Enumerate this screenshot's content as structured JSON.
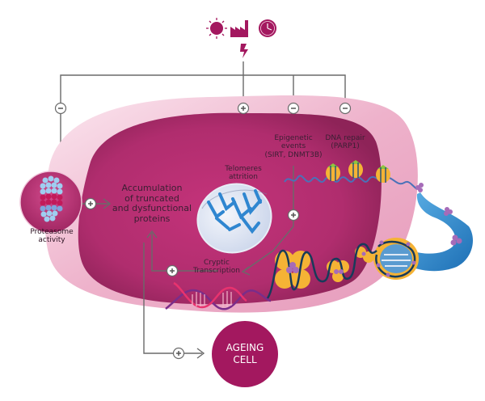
{
  "diagram": {
    "title_icons": [
      "sun-icon",
      "factory-icon",
      "clock-icon",
      "lightning-icon"
    ],
    "nodes": {
      "proteasome": "Proteasome activity",
      "proteasome_lines": [
        "Proteasome",
        "activity"
      ],
      "accumulation_lines": [
        "Accumulation",
        "of truncated",
        "and dysfunctional",
        "proteins"
      ],
      "telomeres_lines": [
        "Telomeres",
        "attrition"
      ],
      "epigenetic_lines": [
        "Epigenetic",
        "events",
        "(SIRT, DNMT3B)"
      ],
      "dna_repair_lines": [
        "DNA repair",
        "(PARP1)"
      ],
      "cryptic_lines": [
        "Cryptic",
        "Transcription"
      ],
      "ageing_lines": [
        "AGEING",
        "CELL"
      ]
    },
    "edges": [
      {
        "from": "stressors",
        "to": "proteasome",
        "sign": "-"
      },
      {
        "from": "stressors",
        "to": "telomeres",
        "sign": "+"
      },
      {
        "from": "stressors",
        "to": "epigenetic",
        "sign": "-"
      },
      {
        "from": "stressors",
        "to": "dna_repair",
        "sign": "-"
      },
      {
        "from": "proteasome",
        "to": "accumulation",
        "sign": "+"
      },
      {
        "from": "epigenetic",
        "to": "cryptic",
        "sign": "+"
      },
      {
        "from": "cryptic",
        "to": "accumulation",
        "sign": "+"
      },
      {
        "from": "accumulation",
        "to": "ageing",
        "sign": "+"
      }
    ],
    "colors": {
      "accent": "#a3185f",
      "cell_outer": "#f2c4d8",
      "cell_inner": "#c2457f",
      "line": "#6a6a6a",
      "dna_blue": "#2a7fc4",
      "nucleosome": "#f5b335",
      "histone_mark": "#a66bb8"
    }
  }
}
